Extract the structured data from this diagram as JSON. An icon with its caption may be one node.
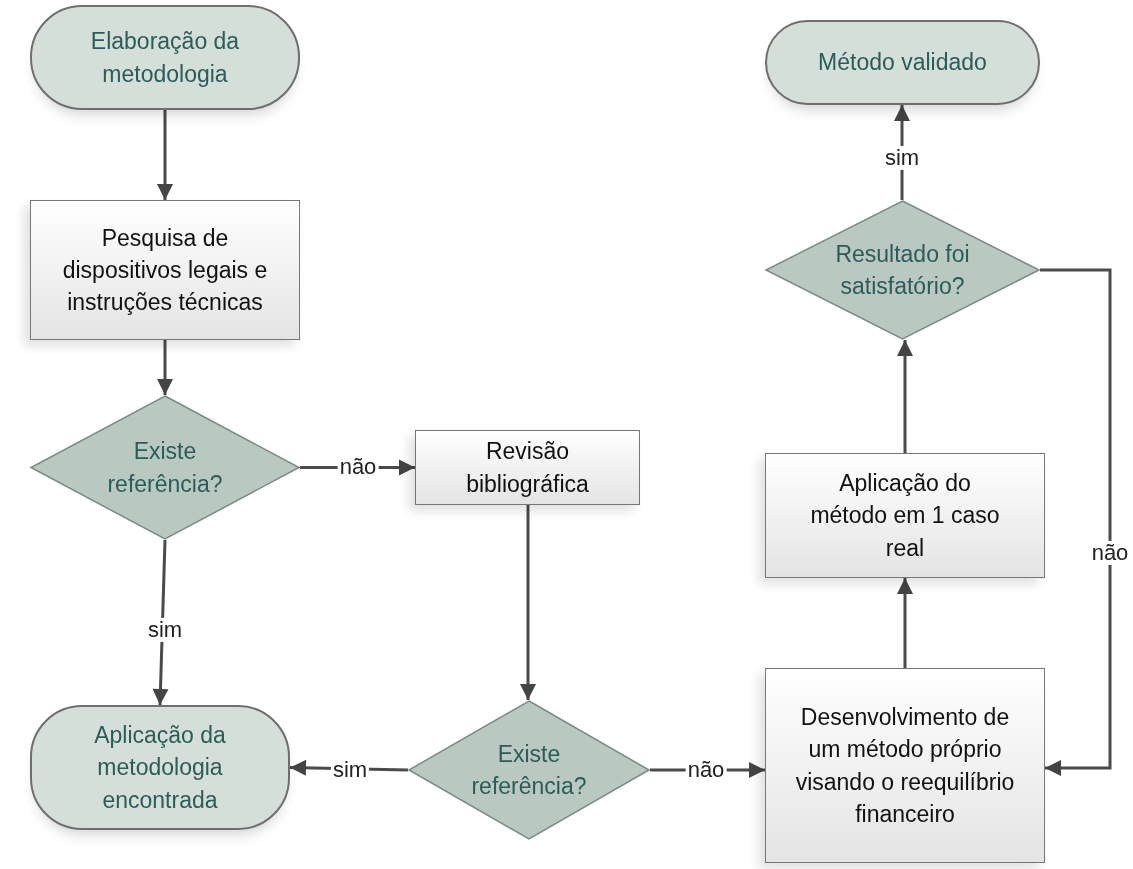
{
  "diagram": {
    "nodes": [
      {
        "text": [
          "Elaboração da metodologia"
        ]
      },
      {
        "text": [
          "Pesquisa de dispositivos legais e instruções técnicas"
        ]
      },
      {
        "text": [
          "Existe referência?"
        ]
      },
      {
        "text": [
          "Revisão bibliográfica"
        ]
      },
      {
        "text": [
          "Aplicação da metodologia encontrada"
        ]
      },
      {
        "text": [
          "Existe referência?"
        ]
      },
      {
        "text": [
          "Desenvolvimento de um método próprio visando o reequilíbrio financeiro"
        ]
      },
      {
        "text": [
          "Aplicação do método em 1 caso real"
        ]
      },
      {
        "text": [
          "Resultado foi satisfatório?"
        ]
      },
      {
        "text": [
          "Método validado"
        ]
      }
    ],
    "edges": [
      {
        "from": 0,
        "to": 1,
        "arrow": "to"
      },
      {
        "from": 1,
        "to": 2,
        "arrow": "to"
      },
      {
        "from": 2,
        "to": 3,
        "arrow": "to",
        "label": "não"
      },
      {
        "from": 2,
        "to": 4,
        "arrow": "to",
        "label": "sim"
      },
      {
        "from": 3,
        "to": 5,
        "arrow": "to"
      },
      {
        "from": 5,
        "to": 4,
        "arrow": "to",
        "label": "sim"
      },
      {
        "from": 5,
        "to": 6,
        "arrow": "to",
        "label": "não"
      },
      {
        "from": 6,
        "to": 7,
        "arrow": "to"
      },
      {
        "from": 7,
        "to": 8,
        "arrow": "to"
      },
      {
        "from": 8,
        "to": 9,
        "arrow": "to",
        "label": "sim"
      },
      {
        "from": 8,
        "to": 6,
        "arrow": "to",
        "label": "não"
      }
    ]
  }
}
